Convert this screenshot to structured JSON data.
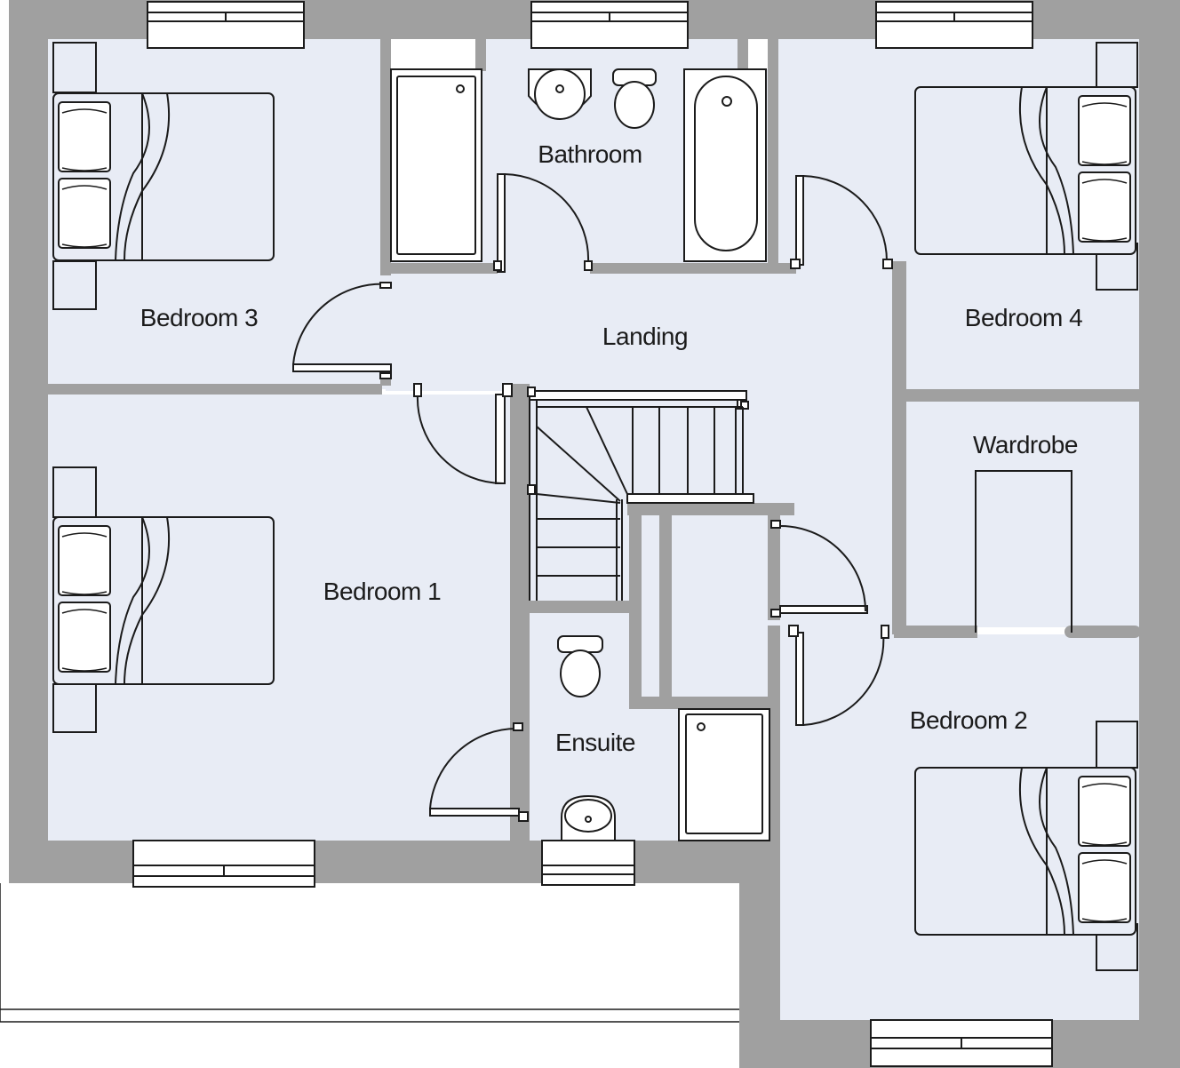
{
  "rooms": {
    "bedroom3": "Bedroom 3",
    "bathroom": "Bathroom",
    "landing": "Landing",
    "bedroom4": "Bedroom 4",
    "wardrobe": "Wardrobe",
    "bedroom1": "Bedroom 1",
    "ensuite": "Ensuite",
    "bedroom2": "Bedroom 2"
  },
  "colors": {
    "wall": "#a0a0a0",
    "floor": "#e8ecf5",
    "line": "#1b1b1b",
    "fixture": "#ffffff"
  }
}
